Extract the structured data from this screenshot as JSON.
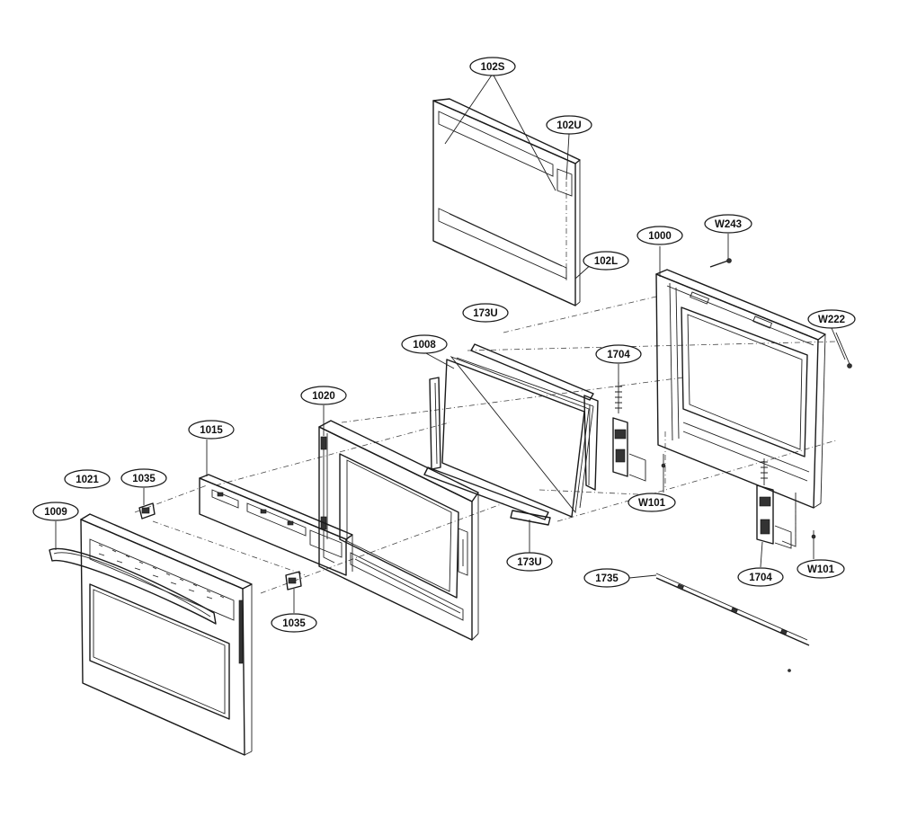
{
  "labels": {
    "l102s": "102S",
    "l102u": "102U",
    "l102l": "102L",
    "l1000": "1000",
    "lw243": "W243",
    "lw222": "W222",
    "l173u_top": "173U",
    "l1008": "1008",
    "l1704_top": "1704",
    "l1020": "1020",
    "l1015": "1015",
    "l1021": "1021",
    "l1035_top": "1035",
    "l1009": "1009",
    "l1035_bottom": "1035",
    "l173u_bottom": "173U",
    "lw101_left": "W101",
    "l1704_bottom": "1704",
    "lw101_right": "W101",
    "l1735": "1735"
  }
}
